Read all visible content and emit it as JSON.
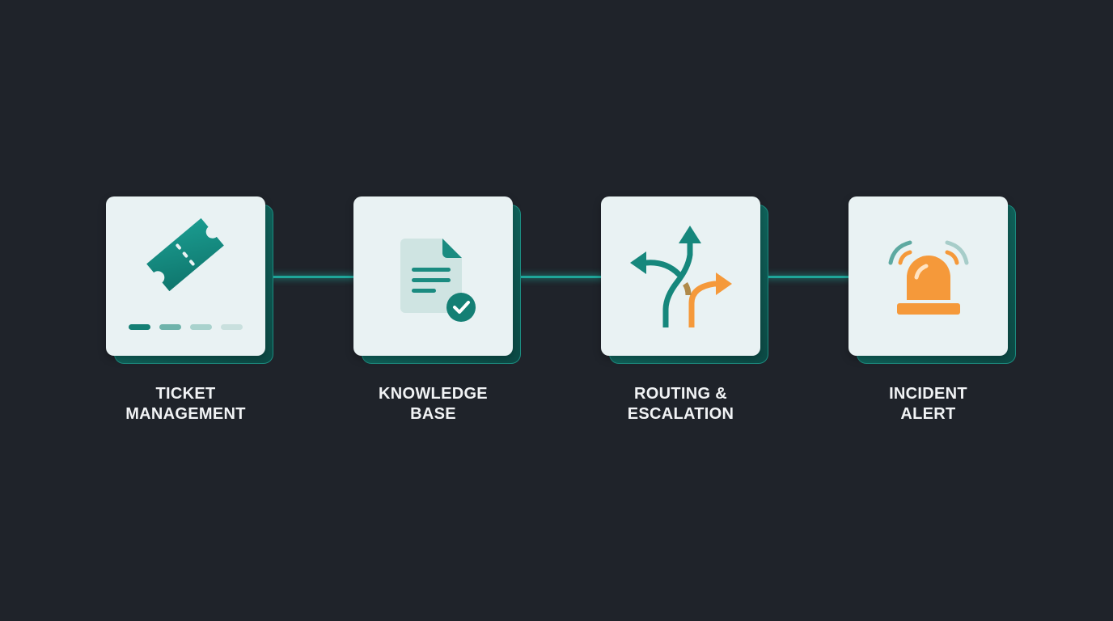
{
  "colors": {
    "background": "#1f232a",
    "card": "#e9f2f3",
    "teal": "#14897f",
    "teal_light": "#7fbdb6",
    "orange": "#f5993a",
    "connector": "#1fa59a",
    "label": "#f1f3f5"
  },
  "steps": [
    {
      "icon": "ticket-icon",
      "label_line1": "TICKET",
      "label_line2": "MANAGEMENT"
    },
    {
      "icon": "document-check-icon",
      "label_line1": "KNOWLEDGE",
      "label_line2": "BASE"
    },
    {
      "icon": "split-arrows-icon",
      "label_line1": "ROUTING &",
      "label_line2": "ESCALATION"
    },
    {
      "icon": "siren-alert-icon",
      "label_line1": "INCIDENT",
      "label_line2": "ALERT"
    }
  ]
}
